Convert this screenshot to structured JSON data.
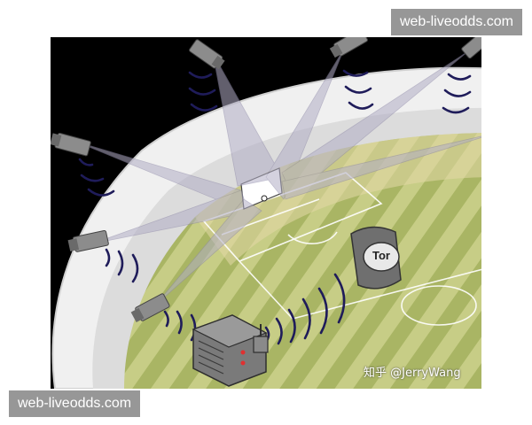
{
  "watermarks": {
    "top": "web-liveodds.com",
    "bottom": "web-liveodds.com"
  },
  "credit": "知乎 @JerryWang",
  "watch_label": "Tor",
  "icons": {
    "camera": "surveillance-camera-icon",
    "signal": "wireless-signal-icon",
    "watch": "smart-watch-icon",
    "server": "server-box-icon",
    "ball": "ball-icon"
  },
  "colors": {
    "night": "#000000",
    "stand": "#f2f2f2",
    "pitch_light": "#c9cf8a",
    "pitch_dark": "#a9b564",
    "camera": "#8c8c8c",
    "beam": "#a7a1b9",
    "signal": "#1f1c5a",
    "server": "#5a5a5a"
  }
}
